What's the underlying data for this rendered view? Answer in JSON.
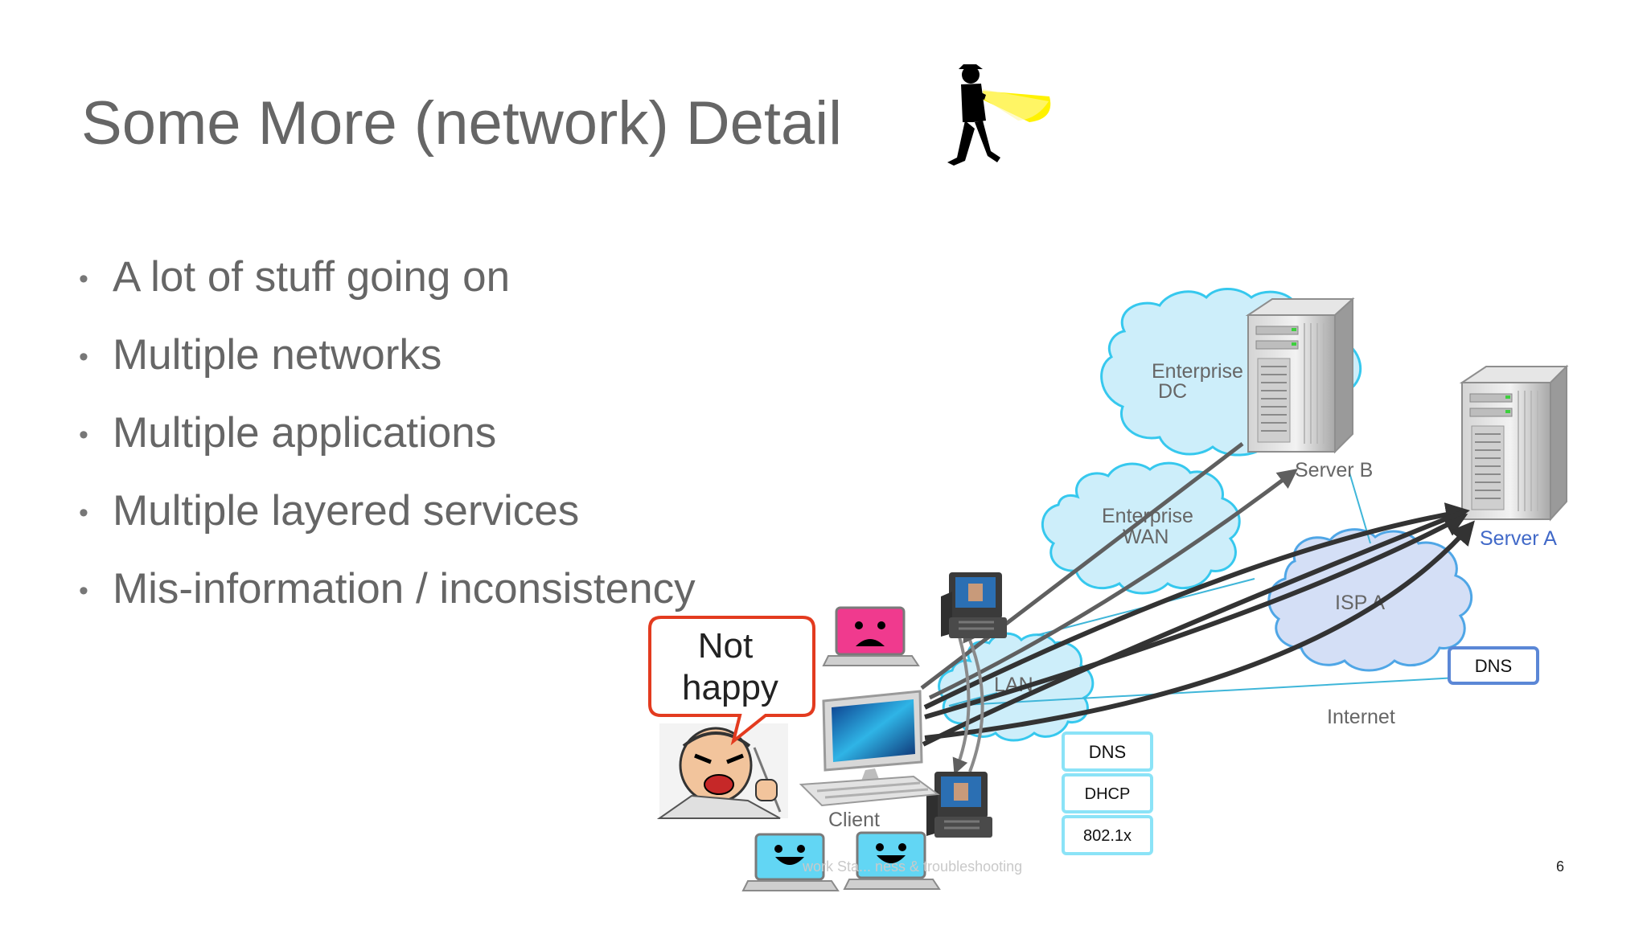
{
  "slide": {
    "title": "Some More (network) Detail",
    "bullets": [
      "A lot of stuff going on",
      "Multiple networks",
      "Multiple applications",
      "Multiple layered services",
      "Mis-information / inconsistency"
    ],
    "footer": "work Sta... ness & troubleshooting",
    "page_number": "6"
  },
  "diagram": {
    "clouds": {
      "enterprise_dc": "Enterprise DC",
      "enterprise_dc_line1": "Enterprise",
      "enterprise_dc_line2": "DC",
      "enterprise_wan_line1": "Enterprise",
      "enterprise_wan_line2": "WAN",
      "isp_a": "ISP A",
      "lan": "LAN",
      "internet": "Internet"
    },
    "servers": {
      "server_b": "Server B",
      "server_a": "Server A"
    },
    "client_label": "Client",
    "speech_bubble": {
      "line1": "Not",
      "line2": "happy"
    },
    "local_services": [
      "DNS",
      "DHCP",
      "802.1x"
    ],
    "internet_service": "DNS",
    "colors": {
      "cloud_fill": "#cdeefa",
      "cloud_stroke": "#36c8ee",
      "isp_cloud_fill": "#d4dff6",
      "isp_cloud_stroke": "#4fa6e6",
      "service_box_stroke": "#8be3f7",
      "internet_dns_stroke": "#5b87d6",
      "server_a_label": "#4169c8",
      "bubble_stroke": "#e33b1f",
      "sad_laptop": "#f03a8e",
      "happy_laptop": "#62d6f4",
      "flashlight_beam": "#fff200"
    },
    "icons": [
      "detective-flashlight-icon",
      "server-icon",
      "ip-phone-icon",
      "laptop-icon",
      "desktop-monitor-icon",
      "angry-user-icon"
    ]
  }
}
